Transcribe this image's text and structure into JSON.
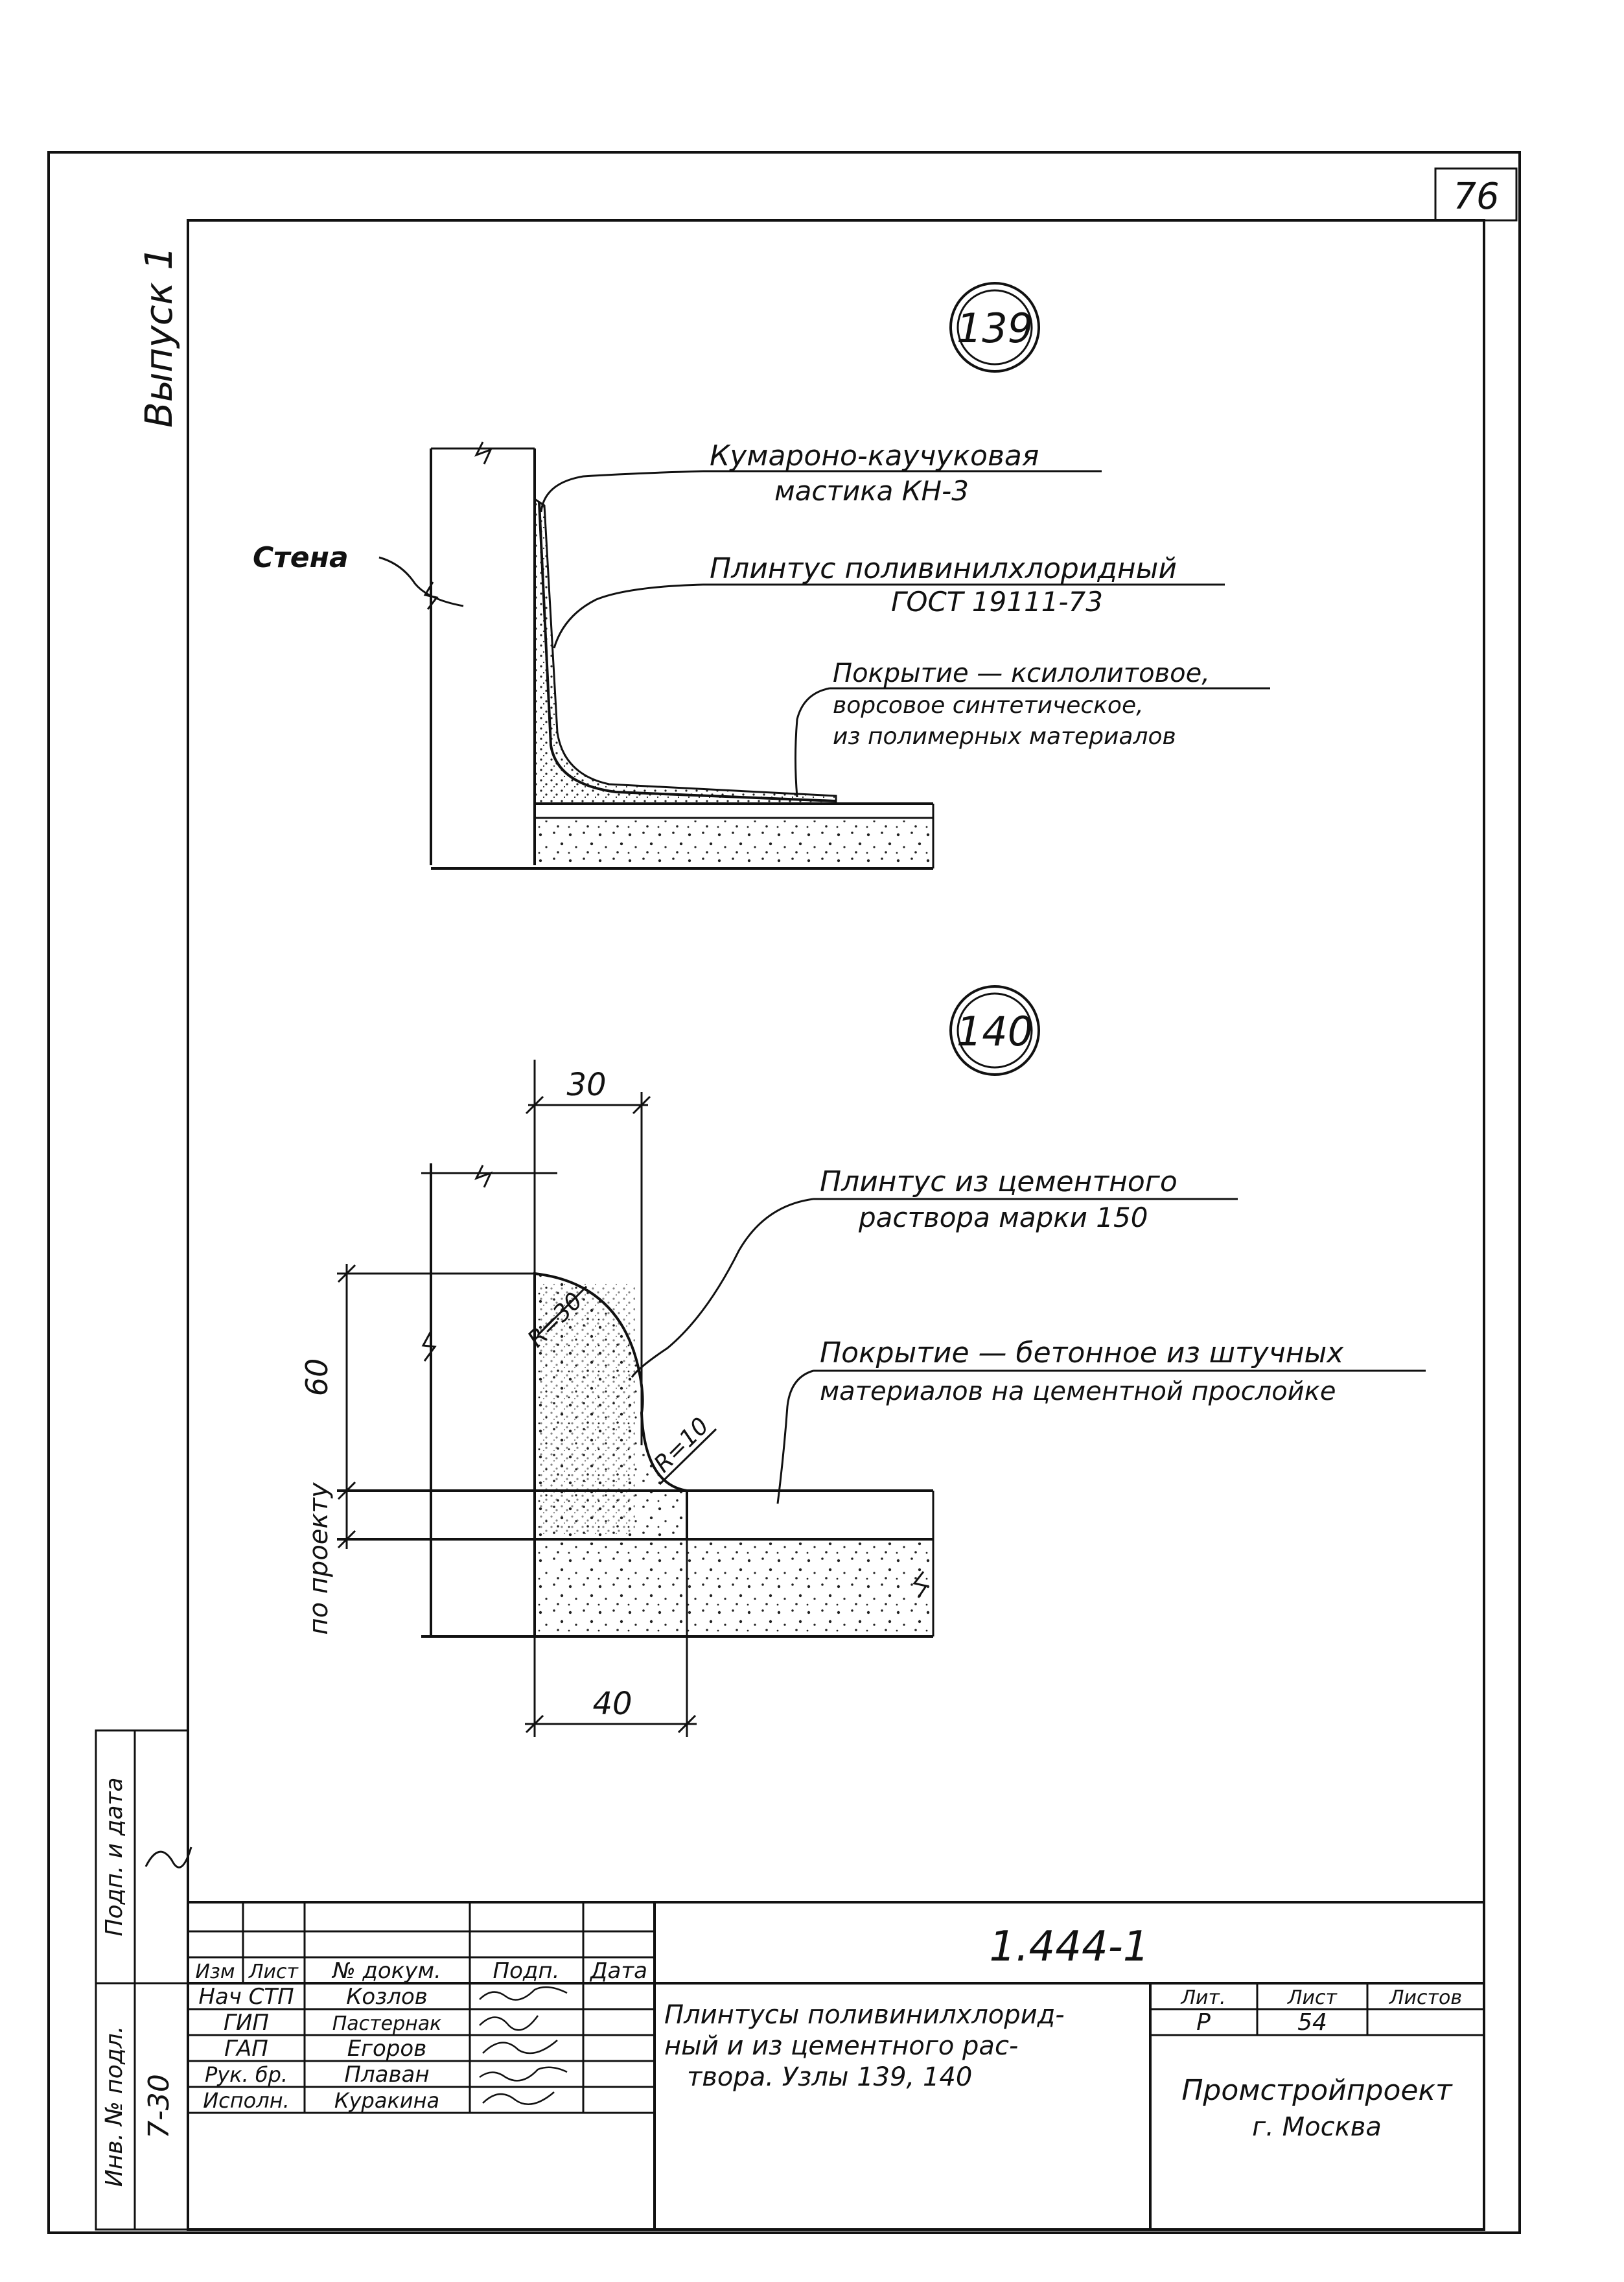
{
  "sheet": {
    "page_number": "76",
    "series": "Выпуск 1"
  },
  "node_139": {
    "number": "139",
    "wall_label": "Стена",
    "mastic_line1": "Кумароно-каучуковая",
    "mastic_line2": "мастика КН-3",
    "plinth_line1": "Плинтус поливинилхлоридный",
    "plinth_line2": "ГОСТ 19111-73",
    "cover_line1": "Покрытие — ксилолитовое,",
    "cover_line2": "ворсовое синтетическое,",
    "cover_line3": "из полимерных материалов"
  },
  "node_140": {
    "number": "140",
    "dim_top": "30",
    "dim_bottom": "40",
    "dim_height": "60",
    "by_project": "по проекту",
    "r30": "R=30",
    "r10": "R=10",
    "plinth_line1": "Плинтус из цементного",
    "plinth_line2": "раствора марки 150",
    "cover_line1": "Покрытие — бетонное из штучных",
    "cover_line2": "материалов на цементной прослойке"
  },
  "left_stamp": {
    "sign_label": "Подп. и дата",
    "inv_label": "Инв. № подл.",
    "inv_value": "7-30"
  },
  "title_block": {
    "doc_code": "1.444-1",
    "headers": [
      "Изм",
      "Лист",
      "№ докум.",
      "Подп.",
      "Дата"
    ],
    "people": [
      {
        "role": "Нач СТП",
        "name": "Козлов"
      },
      {
        "role": "ГИП",
        "name": "Пастернак"
      },
      {
        "role": "ГАП",
        "name": "Егоров"
      },
      {
        "role": "Рук. бр.",
        "name": "Плаван"
      },
      {
        "role": "Исполн.",
        "name": "Куракина"
      }
    ],
    "title_line1": "Плинтусы поливинилхлорид-",
    "title_line2": "ный и из цементного рас-",
    "title_line3": "твора.  Узлы 139, 140",
    "stage_header": "Лит.",
    "sheet_header": "Лист",
    "sheets_header": "Листов",
    "stage_value": "Р",
    "sheet_value": "54",
    "org_line1": "Промстройпроект",
    "org_line2": "г. Москва"
  }
}
